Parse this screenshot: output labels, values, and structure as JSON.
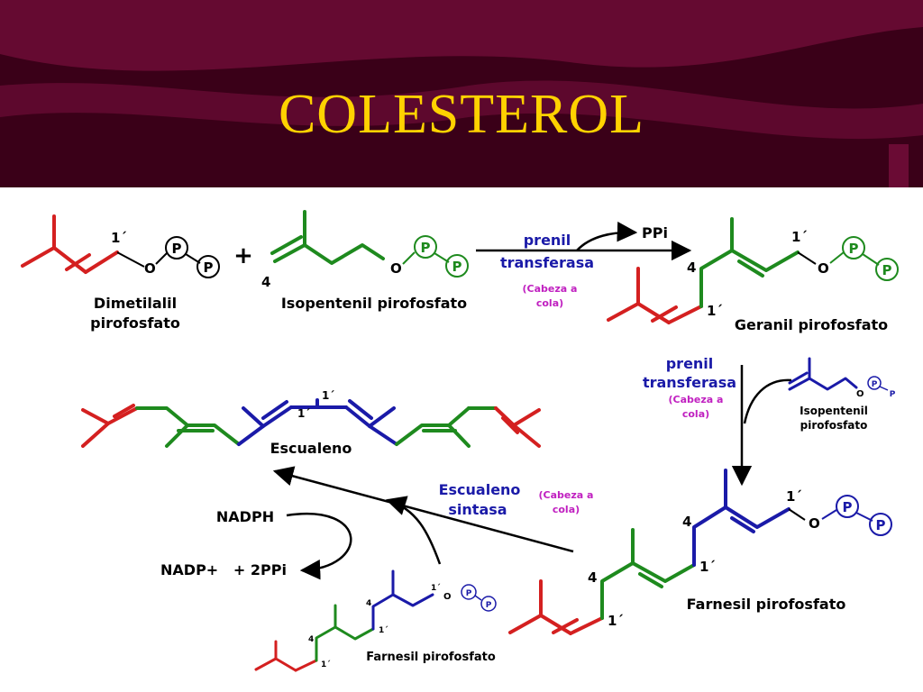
{
  "slide": {
    "title": "COLESTEROL",
    "colors": {
      "header_dark": "#3a0018",
      "header_wave": "#6a0b34",
      "title": "#ffd200",
      "dmapp_unit": "#d42020",
      "ipp_unit": "#1e8a1e",
      "third_unit": "#1a1aa8",
      "enzyme_text": "#1a1aa8",
      "note_text": "#c020c0"
    }
  },
  "reaction1": {
    "dmapp_name_line1": "Dimetilalil",
    "dmapp_name_line2": "pirofosfato",
    "dmapp_position": "1´",
    "plus_sign": "+",
    "ipp_name": "Isopentenil pirofosfato",
    "ipp_position": "4",
    "enzyme_line1": "prenil",
    "enzyme_line2": "transferasa",
    "note_line1": "(Cabeza a",
    "note_line2": "cola)",
    "byproduct": "PPi"
  },
  "geranil": {
    "name": "Geranil pirofosfato",
    "position_top": "1´",
    "position_4": "4",
    "position_bottom": "1´"
  },
  "reaction2": {
    "enzyme_line1": "prenil",
    "enzyme_line2": "transferasa",
    "note_line1": "(Cabeza a",
    "note_line2": "cola)",
    "ipp_name_line1": "Isopentenil",
    "ipp_name_line2": "pirofosfato"
  },
  "farnesil": {
    "name": "Farnesil pirofosfato",
    "position_top": "1´",
    "position_4a": "4",
    "position_mid": "1´",
    "position_4b": "4",
    "position_bottom": "1´"
  },
  "squalene_step": {
    "enzyme_line1": "Escualeno",
    "enzyme_line2": "sintasa",
    "note_line1": "(Cabeza a",
    "note_line2": "cola)",
    "cofactor_in": "NADPH",
    "cofactor_out": "NADP+   + 2PPi",
    "small_farnesil_name": "Farnesil pirofosfato"
  },
  "squalene": {
    "name": "Escualeno",
    "position_a": "1´",
    "position_b": "1´"
  },
  "phosphate": {
    "oxygen": "O",
    "p": "P"
  }
}
